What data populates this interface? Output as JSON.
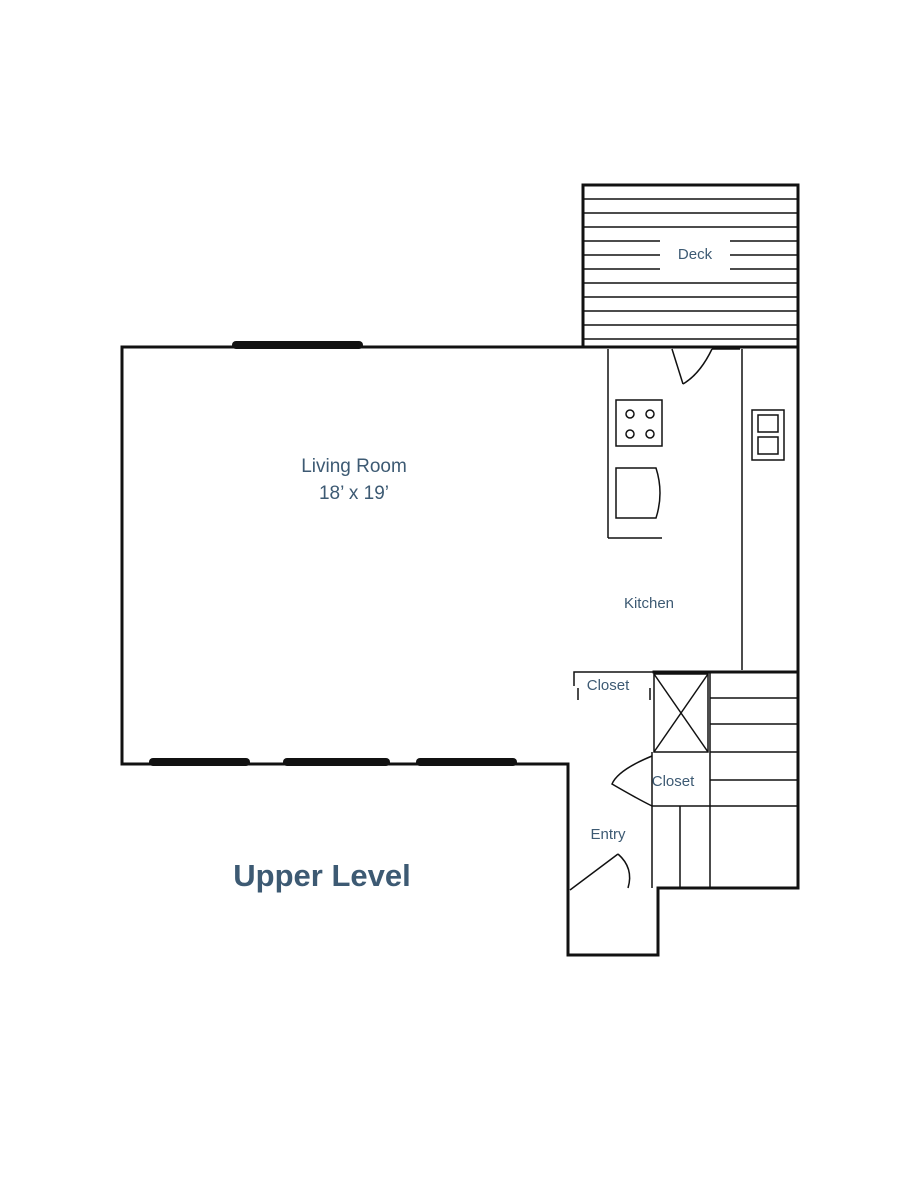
{
  "title": "Upper Level",
  "rooms": {
    "living_room": {
      "name": "Living Room",
      "size": "18’ x 19’"
    },
    "deck": "Deck",
    "kitchen": "Kitchen",
    "closet_upper": "Closet",
    "closet_lower": "Closet",
    "entry": "Entry"
  },
  "colors": {
    "label": "#3d5a73",
    "line": "#111111"
  }
}
